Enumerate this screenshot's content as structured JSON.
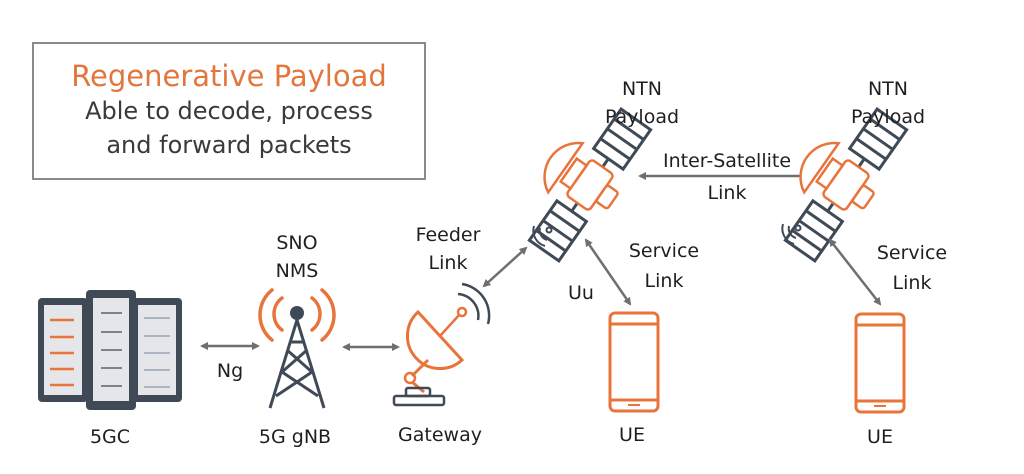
{
  "colors": {
    "accent_orange": "#e8743b",
    "icon_dark": "#3f4a56",
    "arrow_gray": "#6f6f6f",
    "text": "#1f1f1f"
  },
  "callout": {
    "title": "Regenerative Payload",
    "line1": "Able to decode, process",
    "line2": "and forward packets"
  },
  "nodes": {
    "core": {
      "label": "5GC",
      "icon": "server-rack-icon"
    },
    "gnb": {
      "label": "5G gNB",
      "top_label_1": "SNO",
      "top_label_2": "NMS",
      "icon": "cell-tower-icon"
    },
    "gateway": {
      "label": "Gateway",
      "icon": "satellite-dish-icon"
    },
    "satellite_1": {
      "label_1": "NTN",
      "label_2": "Payload",
      "icon": "satellite-icon"
    },
    "satellite_2": {
      "label_1": "NTN",
      "label_2": "Payload",
      "icon": "satellite-icon"
    },
    "ue_1": {
      "label": "UE",
      "icon": "smartphone-icon"
    },
    "ue_2": {
      "label": "UE",
      "icon": "smartphone-icon"
    }
  },
  "links": {
    "ng": "Ng",
    "feeder_1": "Feeder",
    "feeder_2": "Link",
    "uu": "Uu",
    "service1_1": "Service",
    "service1_2": "Link",
    "isl_1": "Inter-Satellite",
    "isl_2": "Link",
    "service2_1": "Service",
    "service2_2": "Link"
  }
}
